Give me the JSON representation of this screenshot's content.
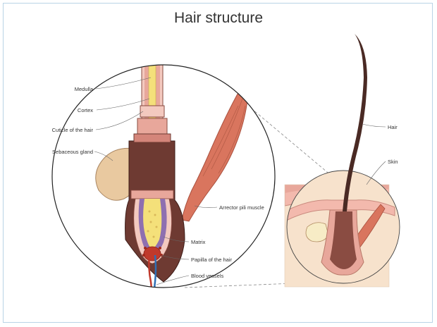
{
  "title": "Hair structure",
  "labels": {
    "medulla": "Medulla",
    "cortex": "Cortex",
    "cuticle": "Cuticle of the hair",
    "sebaceous": "Sebaceous gland",
    "arrector": "Arrector pili muscle",
    "matrix": "Matrix",
    "papilla": "Papilla of the hair",
    "blood": "Blood vessels",
    "hair": "Hair",
    "skin": "Skin"
  },
  "colors": {
    "hair_dark": "#4a2a24",
    "follicle_brown": "#6e3a32",
    "skin_pink": "#f3c9bf",
    "skin_tan": "#f7e2cc",
    "muscle": "#d9755e",
    "gland": "#e9c9a0",
    "matrix_yellow": "#f4e07a",
    "papilla_red": "#c0392b",
    "vessel_blue": "#2e6fb5",
    "frame_border": "#b9d4e6"
  }
}
